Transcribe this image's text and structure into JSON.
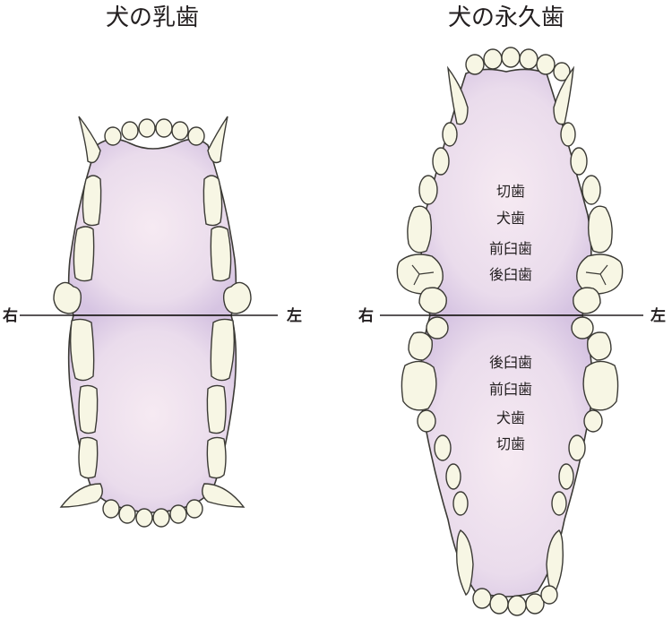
{
  "titles": {
    "deciduous": "犬の乳歯",
    "permanent": "犬の永久歯"
  },
  "side_labels": {
    "right": "右",
    "left": "左"
  },
  "permanent_upper_labels": [
    "切歯",
    "犬歯",
    "前臼歯",
    "後臼歯"
  ],
  "permanent_lower_labels": [
    "後臼歯",
    "前臼歯",
    "犬歯",
    "切歯"
  ],
  "colors": {
    "palate_center": "#f6eaf2",
    "palate_edge": "#d9c8e4",
    "tooth_fill": "#f7f6e4",
    "outline": "#3b3a35"
  }
}
